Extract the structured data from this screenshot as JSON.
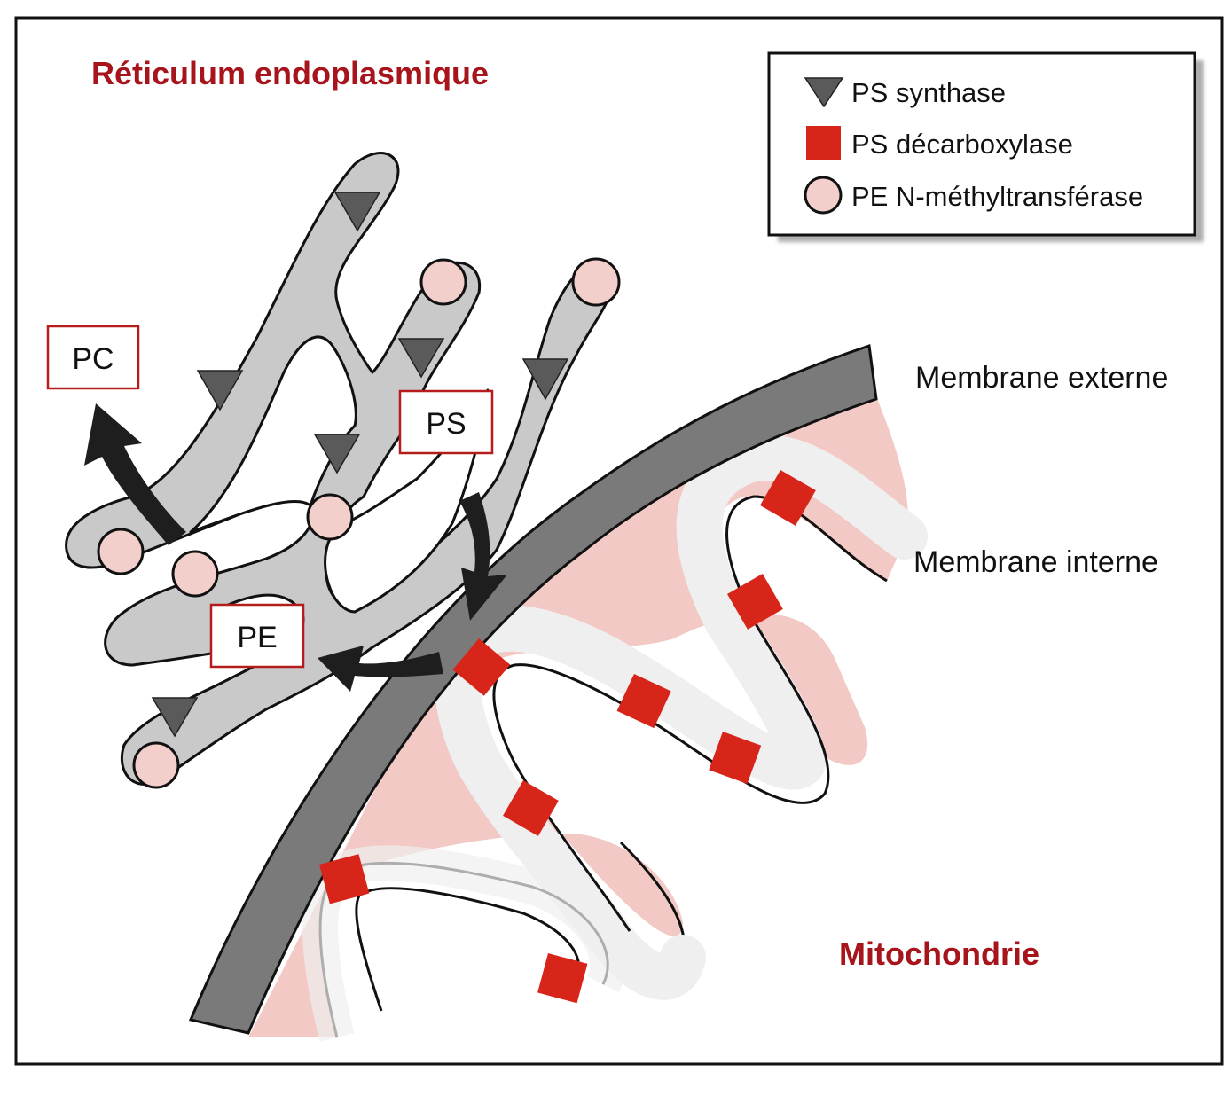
{
  "titles": {
    "er": "Réticulum endoplasmique",
    "mito": "Mitochondrie"
  },
  "membranes": {
    "outer": "Membrane externe",
    "inner": "Membrane interne"
  },
  "lipid_boxes": {
    "pc": "PC",
    "ps": "PS",
    "pe": "PE"
  },
  "legend": {
    "items": [
      {
        "icon": "triangle-down",
        "label": "PS synthase",
        "color": "#5a5a5a"
      },
      {
        "icon": "square",
        "label": "PS décarboxylase",
        "color": "#d8251a"
      },
      {
        "icon": "circle",
        "label": "PE N-méthyltransférase",
        "color": "#f3cfcb"
      }
    ]
  },
  "colors": {
    "title_red": "#a8141b",
    "er_fill": "#c9c9c9",
    "outer_membrane": "#7a7a7a",
    "matrix_pink": "#f2c9c4",
    "inner_membrane_fill": "#efefef",
    "enzyme_red": "#d8251a",
    "pe_nmt_pink": "#f3cfcb",
    "box_border": "#b71c1c"
  }
}
